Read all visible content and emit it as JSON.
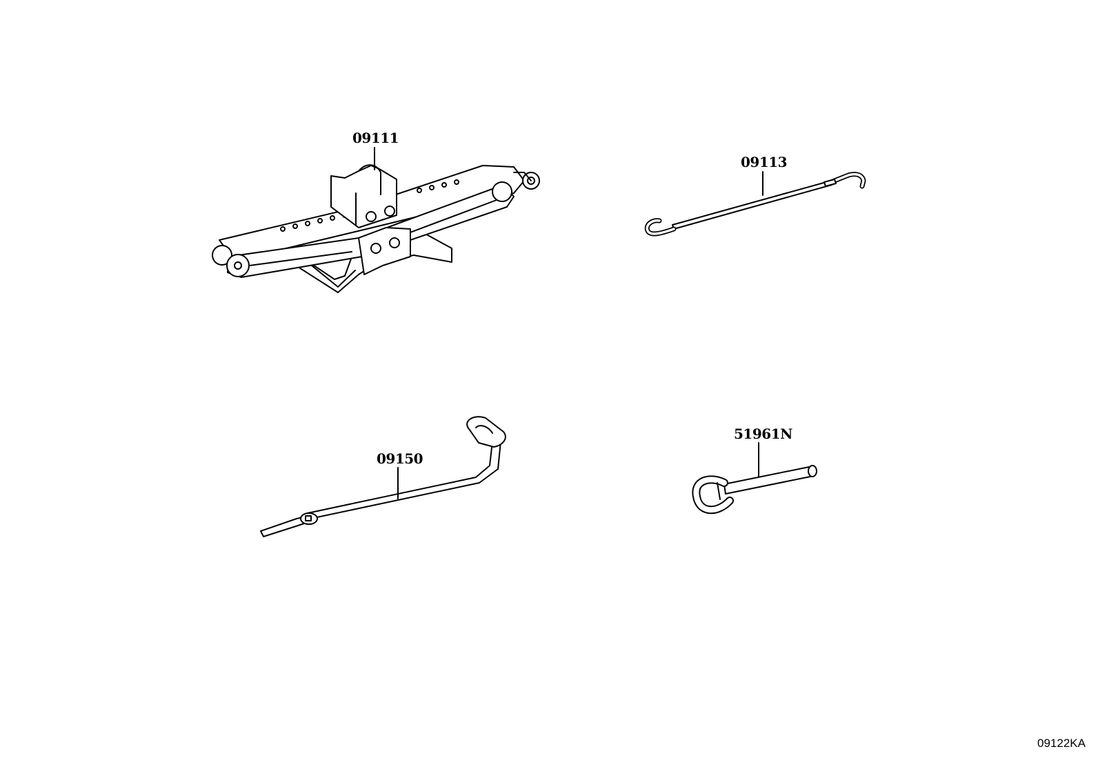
{
  "parts": [
    {
      "number": "09111",
      "item": "jack"
    },
    {
      "number": "09113",
      "item": "jack-handle"
    },
    {
      "number": "09150",
      "item": "lug-wrench"
    },
    {
      "number": "51961N",
      "item": "tow-hook"
    }
  ],
  "illustration_code": "09122KA"
}
